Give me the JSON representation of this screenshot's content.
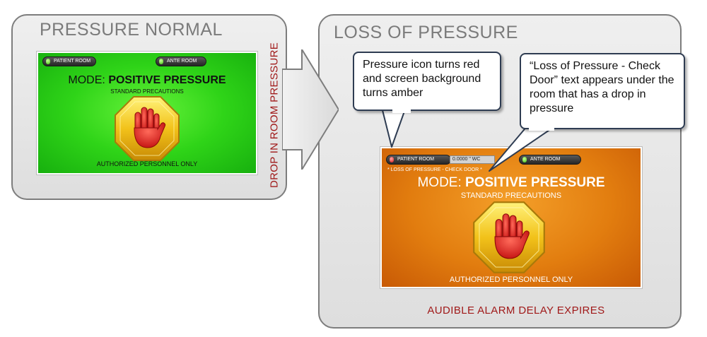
{
  "left_panel": {
    "title": "PRESSURE NORMAL",
    "side_caption": "DROP IN ROOM PRESSURE"
  },
  "right_panel": {
    "title": "LOSS OF PRESSURE",
    "bottom_caption": "AUDIBLE ALARM DELAY EXPIRES"
  },
  "screen_normal": {
    "background_color": "#2fd418",
    "rooms": [
      {
        "label": "PATIENT ROOM",
        "indicator": "green"
      },
      {
        "label": "ANTE ROOM",
        "indicator": "green"
      }
    ],
    "mode_prefix": "MODE:",
    "mode_value": "POSITIVE PRESSURE",
    "precautions": "STANDARD PRECAUTIONS",
    "icon": "stop-hand-icon",
    "footer": "AUTHORIZED PERSONNEL ONLY"
  },
  "screen_alarm": {
    "background_color": "#e27d0f",
    "rooms": [
      {
        "label": "PATIENT ROOM",
        "indicator": "red",
        "reading": "0.0000 \" WC"
      },
      {
        "label": "ANTE ROOM",
        "indicator": "green"
      }
    ],
    "alarm_note": "* LOSS OF PRESSURE - CHECK DOOR *",
    "mode_prefix": "MODE:",
    "mode_value": "POSITIVE PRESSURE",
    "precautions": "STANDARD PRECAUTIONS",
    "icon": "stop-hand-icon",
    "footer": "AUTHORIZED PERSONNEL ONLY"
  },
  "callouts": [
    {
      "text": "Pressure icon turns red and screen background turns amber"
    },
    {
      "text": "“Loss of Pressure - Check Door” text appears under the room that has a drop in pressure"
    }
  ],
  "colors": {
    "caption_red": "#a01919",
    "title_gray": "#7b7b7b",
    "panel_border": "#7d7d7d",
    "callout_border": "#2e3c52"
  }
}
